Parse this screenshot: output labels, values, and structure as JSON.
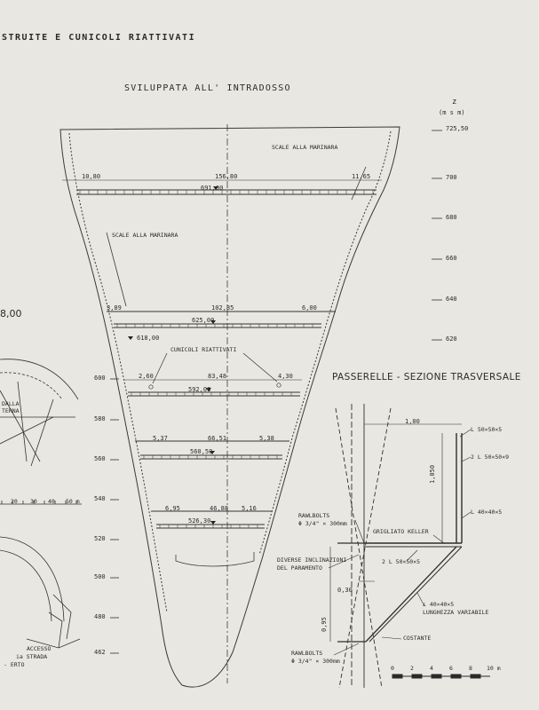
{
  "header": {
    "title": "STRUITE E CUNICOLI RIATTIVATI",
    "subtitle": "SVILUPPATA ALL' INTRADOSSO",
    "units_top": "z",
    "units": "(m s m)"
  },
  "elevations_right": [
    "725,50",
    "700",
    "680",
    "660",
    "640",
    "620"
  ],
  "elevations_left": [
    "600",
    "580",
    "560",
    "540",
    "520",
    "500",
    "480",
    "462"
  ],
  "dam": {
    "top_widths": {
      "left": "10,80",
      "center": "156,80",
      "right": "11,65"
    },
    "level_691": "691,00",
    "mid_widths": {
      "left": "3,89",
      "center": "102,85",
      "right": "6,00"
    },
    "level_625": "625,00",
    "level_618": "618,00",
    "cunicoli_label": "CUNICOLI RIATTIVATI",
    "row_592": {
      "left": "2,60",
      "center": "83,48",
      "right": "4,30"
    },
    "level_592": "592,00",
    "row_560": {
      "left": "5,37",
      "center": "66,51",
      "right": "5,38"
    },
    "level_560": "560,50",
    "row_526": {
      "left": "6,95",
      "center": "46,88",
      "right": "5,16"
    },
    "level_526": "526,30",
    "scale_top": "SCALE ALLA MARINARA",
    "scale_left": "SCALE ALLA MARINARA"
  },
  "left_fragment": {
    "value": "8,00",
    "label_a": "DALLA",
    "label_b": "TERNA",
    "scale_ticks": [
      "20",
      "30",
      "40",
      "50 m"
    ],
    "access_a": "ACCESSO",
    "access_b": "ia STRADA",
    "access_c": "- ERTO"
  },
  "section": {
    "title": "PASSERELLE - SEZIONE TRASVERSALE",
    "dim_top": "1,00",
    "dim_height": "1,050",
    "dim_030": "0,30",
    "dim_095": "0,95",
    "profile_1": "L 50×50×5",
    "profile_2": "2 L 50×50×9",
    "profile_3": "L 40×40×5",
    "grigliato": "GRIGLIATO KELLER",
    "profile_4": "2 L 50×50×5",
    "rawlbolts_1a": "RAWLBOLTS",
    "rawlbolts_1b": "Φ 3/4\" × 300mm",
    "diverse_a": "DIVERSE INCLINAZIONI",
    "diverse_b": "DEL PARAMENTO",
    "profile_5": "⊥ 40×40×5",
    "lunghezza": "LUNGHEZZA VARIABILE",
    "costante": "COSTANTE",
    "rawlbolts_2a": "RAWLBOLTS",
    "rawlbolts_2b": "Φ 3/4\" × 300mm",
    "scale": [
      "0",
      "2",
      "4",
      "6",
      "8",
      "10 m"
    ]
  }
}
